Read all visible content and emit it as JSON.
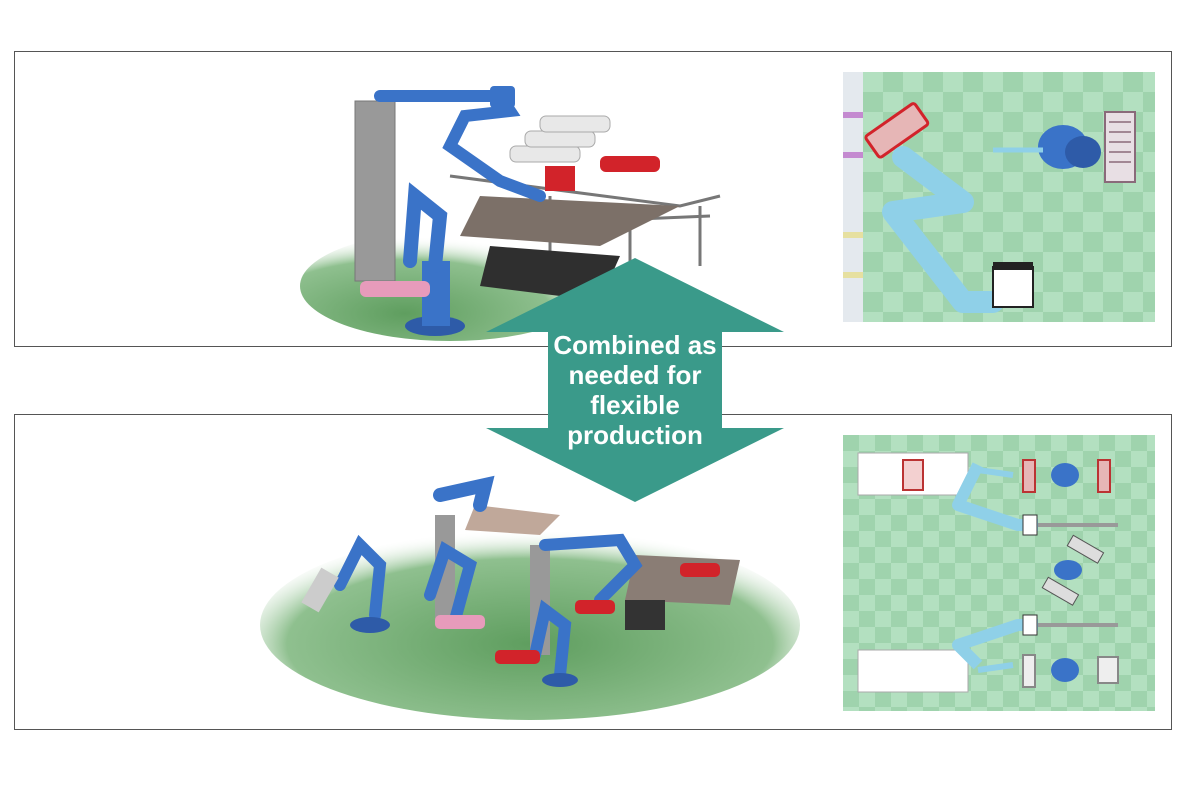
{
  "panels": {
    "top": {
      "title": "Single-line system"
    },
    "bottom": {
      "title": "System divided into separate painting processes"
    }
  },
  "arrow": {
    "lines": [
      "Combined as",
      "needed for",
      "flexible",
      "production"
    ],
    "color": "#3a9a8a"
  },
  "colors": {
    "robot": "#3a73c8",
    "robot_light": "#8fd0e8",
    "part_red": "#d2232a",
    "part_pink": "#e79bbb",
    "floor": "#6aa86a",
    "plan_bg": "#a8dcb4",
    "tab_bg": "#444444"
  },
  "icons": {
    "scene": "robot-paint-cell-illustration",
    "plan": "floor-plan-illustration"
  }
}
